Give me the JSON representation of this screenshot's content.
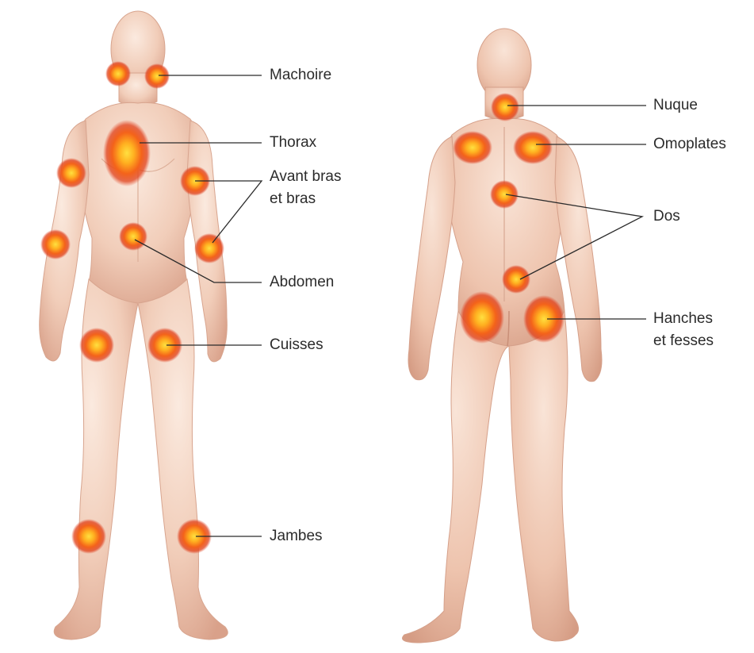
{
  "labels": {
    "machoire": "Machoire",
    "thorax": "Thorax",
    "avant_bras_1": "Avant bras",
    "avant_bras_2": "et bras",
    "abdomen": "Abdomen",
    "cuisses": "Cuisses",
    "jambes": "Jambes",
    "nuque": "Nuque",
    "omoplates": "Omoplates",
    "dos": "Dos",
    "hanches_1": "Hanches",
    "hanches_2": "et fesses"
  },
  "colors": {
    "skin_light": "#f7e1d3",
    "skin_mid": "#eec6b0",
    "skin_shadow": "#dba48c",
    "pain_center": "#ffd22e",
    "pain_mid": "#ff8a1c",
    "pain_edge": "#e03a10",
    "leader_line": "#2b2b2b",
    "label_text": "#2b2b2b"
  },
  "views": [
    "front",
    "back"
  ]
}
